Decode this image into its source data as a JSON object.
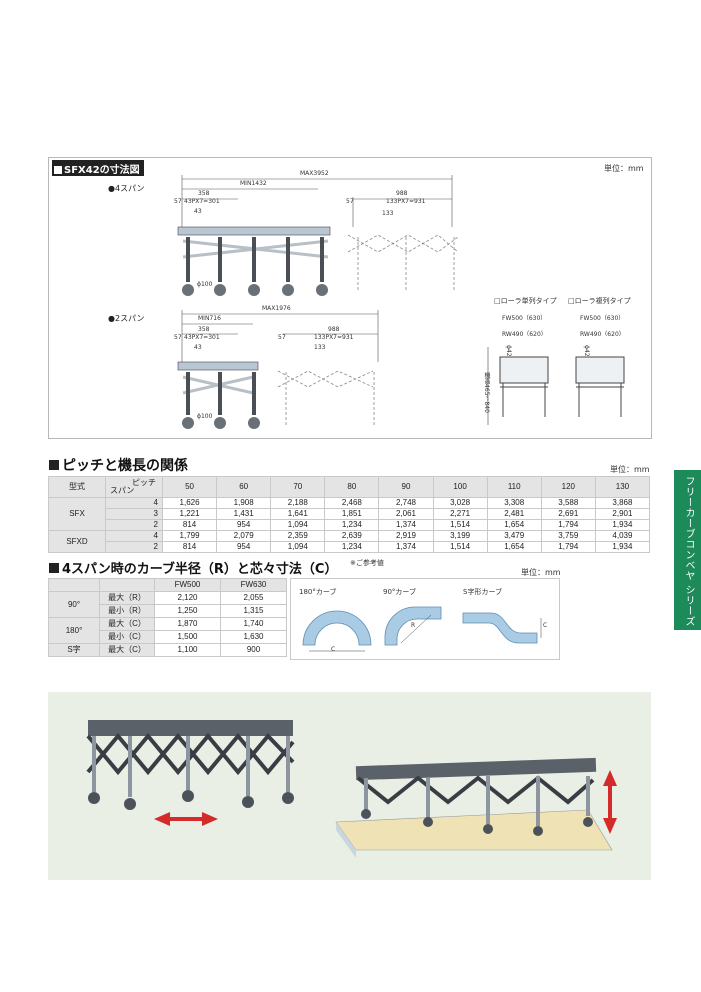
{
  "dimension_section": {
    "title": "SFX42の寸法図",
    "unit": "単位：mm",
    "span4": {
      "label": "●4スパン",
      "max": "MAX3952",
      "min": "MIN1432",
      "d358": "358",
      "pitch_left": "43PX7=301",
      "d43": "43",
      "d57a": "57",
      "d57b": "57",
      "d988": "988",
      "pitch_right": "133PX7=931",
      "d133": "133",
      "caster": "ϕ100"
    },
    "span2": {
      "label": "●2スパン",
      "max": "MAX1976",
      "min": "MIN716",
      "d358": "358",
      "pitch_left": "43PX7=301",
      "d43": "43",
      "d57a": "57",
      "d57b": "57",
      "d988": "988",
      "pitch_right": "133PX7=931",
      "d133": "133",
      "caster": "ϕ100"
    },
    "single_row": {
      "title": "□ローラ単列タイプ",
      "fw": "FW500（630）",
      "rw": "RW490（620）",
      "roller": "ϕ42.7",
      "height": "機高465～840"
    },
    "double_row": {
      "title": "□ローラ複列タイプ",
      "fw": "FW500（630）",
      "rw": "RW490（620）",
      "roller": "ϕ42.7"
    }
  },
  "pitch_section": {
    "title": "ピッチと機長の関係",
    "unit": "単位：mm",
    "header_model": "型式",
    "header_pitch": "ピッチ",
    "header_span": "スパン",
    "pitches": [
      "50",
      "60",
      "70",
      "80",
      "90",
      "100",
      "110",
      "120",
      "130"
    ],
    "rows": [
      {
        "model": "SFX",
        "span": "4",
        "values": [
          "1,626",
          "1,908",
          "2,188",
          "2,468",
          "2,748",
          "3,028",
          "3,308",
          "3,588",
          "3,868"
        ]
      },
      {
        "model": "",
        "span": "3",
        "values": [
          "1,221",
          "1,431",
          "1,641",
          "1,851",
          "2,061",
          "2,271",
          "2,481",
          "2,691",
          "2,901"
        ]
      },
      {
        "model": "",
        "span": "2",
        "values": [
          "814",
          "954",
          "1,094",
          "1,234",
          "1,374",
          "1,514",
          "1,654",
          "1,794",
          "1,934"
        ]
      },
      {
        "model": "SFXD",
        "span": "4",
        "values": [
          "1,799",
          "2,079",
          "2,359",
          "2,639",
          "2,919",
          "3,199",
          "3,479",
          "3,759",
          "4,039"
        ]
      },
      {
        "model": "",
        "span": "2",
        "values": [
          "814",
          "954",
          "1,094",
          "1,234",
          "1,374",
          "1,514",
          "1,654",
          "1,794",
          "1,934"
        ]
      }
    ]
  },
  "curve_section": {
    "title": "4スパン時のカーブ半径（R）と芯々寸法（C）",
    "note": "※ご参考値",
    "unit": "単位：mm",
    "columns": [
      "FW500",
      "FW630"
    ],
    "rows": [
      {
        "group": "90°",
        "label": "最大（R）",
        "values": [
          "2,120",
          "2,055"
        ]
      },
      {
        "group": "",
        "label": "最小（R）",
        "values": [
          "1,250",
          "1,315"
        ]
      },
      {
        "group": "180°",
        "label": "最大（C）",
        "values": [
          "1,870",
          "1,740"
        ]
      },
      {
        "group": "",
        "label": "最小（C）",
        "values": [
          "1,500",
          "1,630"
        ]
      },
      {
        "group": "S字",
        "label": "最大（C）",
        "values": [
          "1,100",
          "900"
        ]
      }
    ],
    "diagrams": {
      "curve180": "180°カーブ",
      "curve90": "90°カーブ",
      "s_curve": "S字形カーブ",
      "c": "C",
      "r": "R"
    }
  },
  "side_tab": {
    "text": "フリーカーブコンベヤ シリーズ"
  },
  "colors": {
    "accent_green": "#1d8a5a",
    "photo_bg": "#e9efe4",
    "arrow_red": "#d42a2a",
    "curve_blue": "#a9cbe4"
  }
}
